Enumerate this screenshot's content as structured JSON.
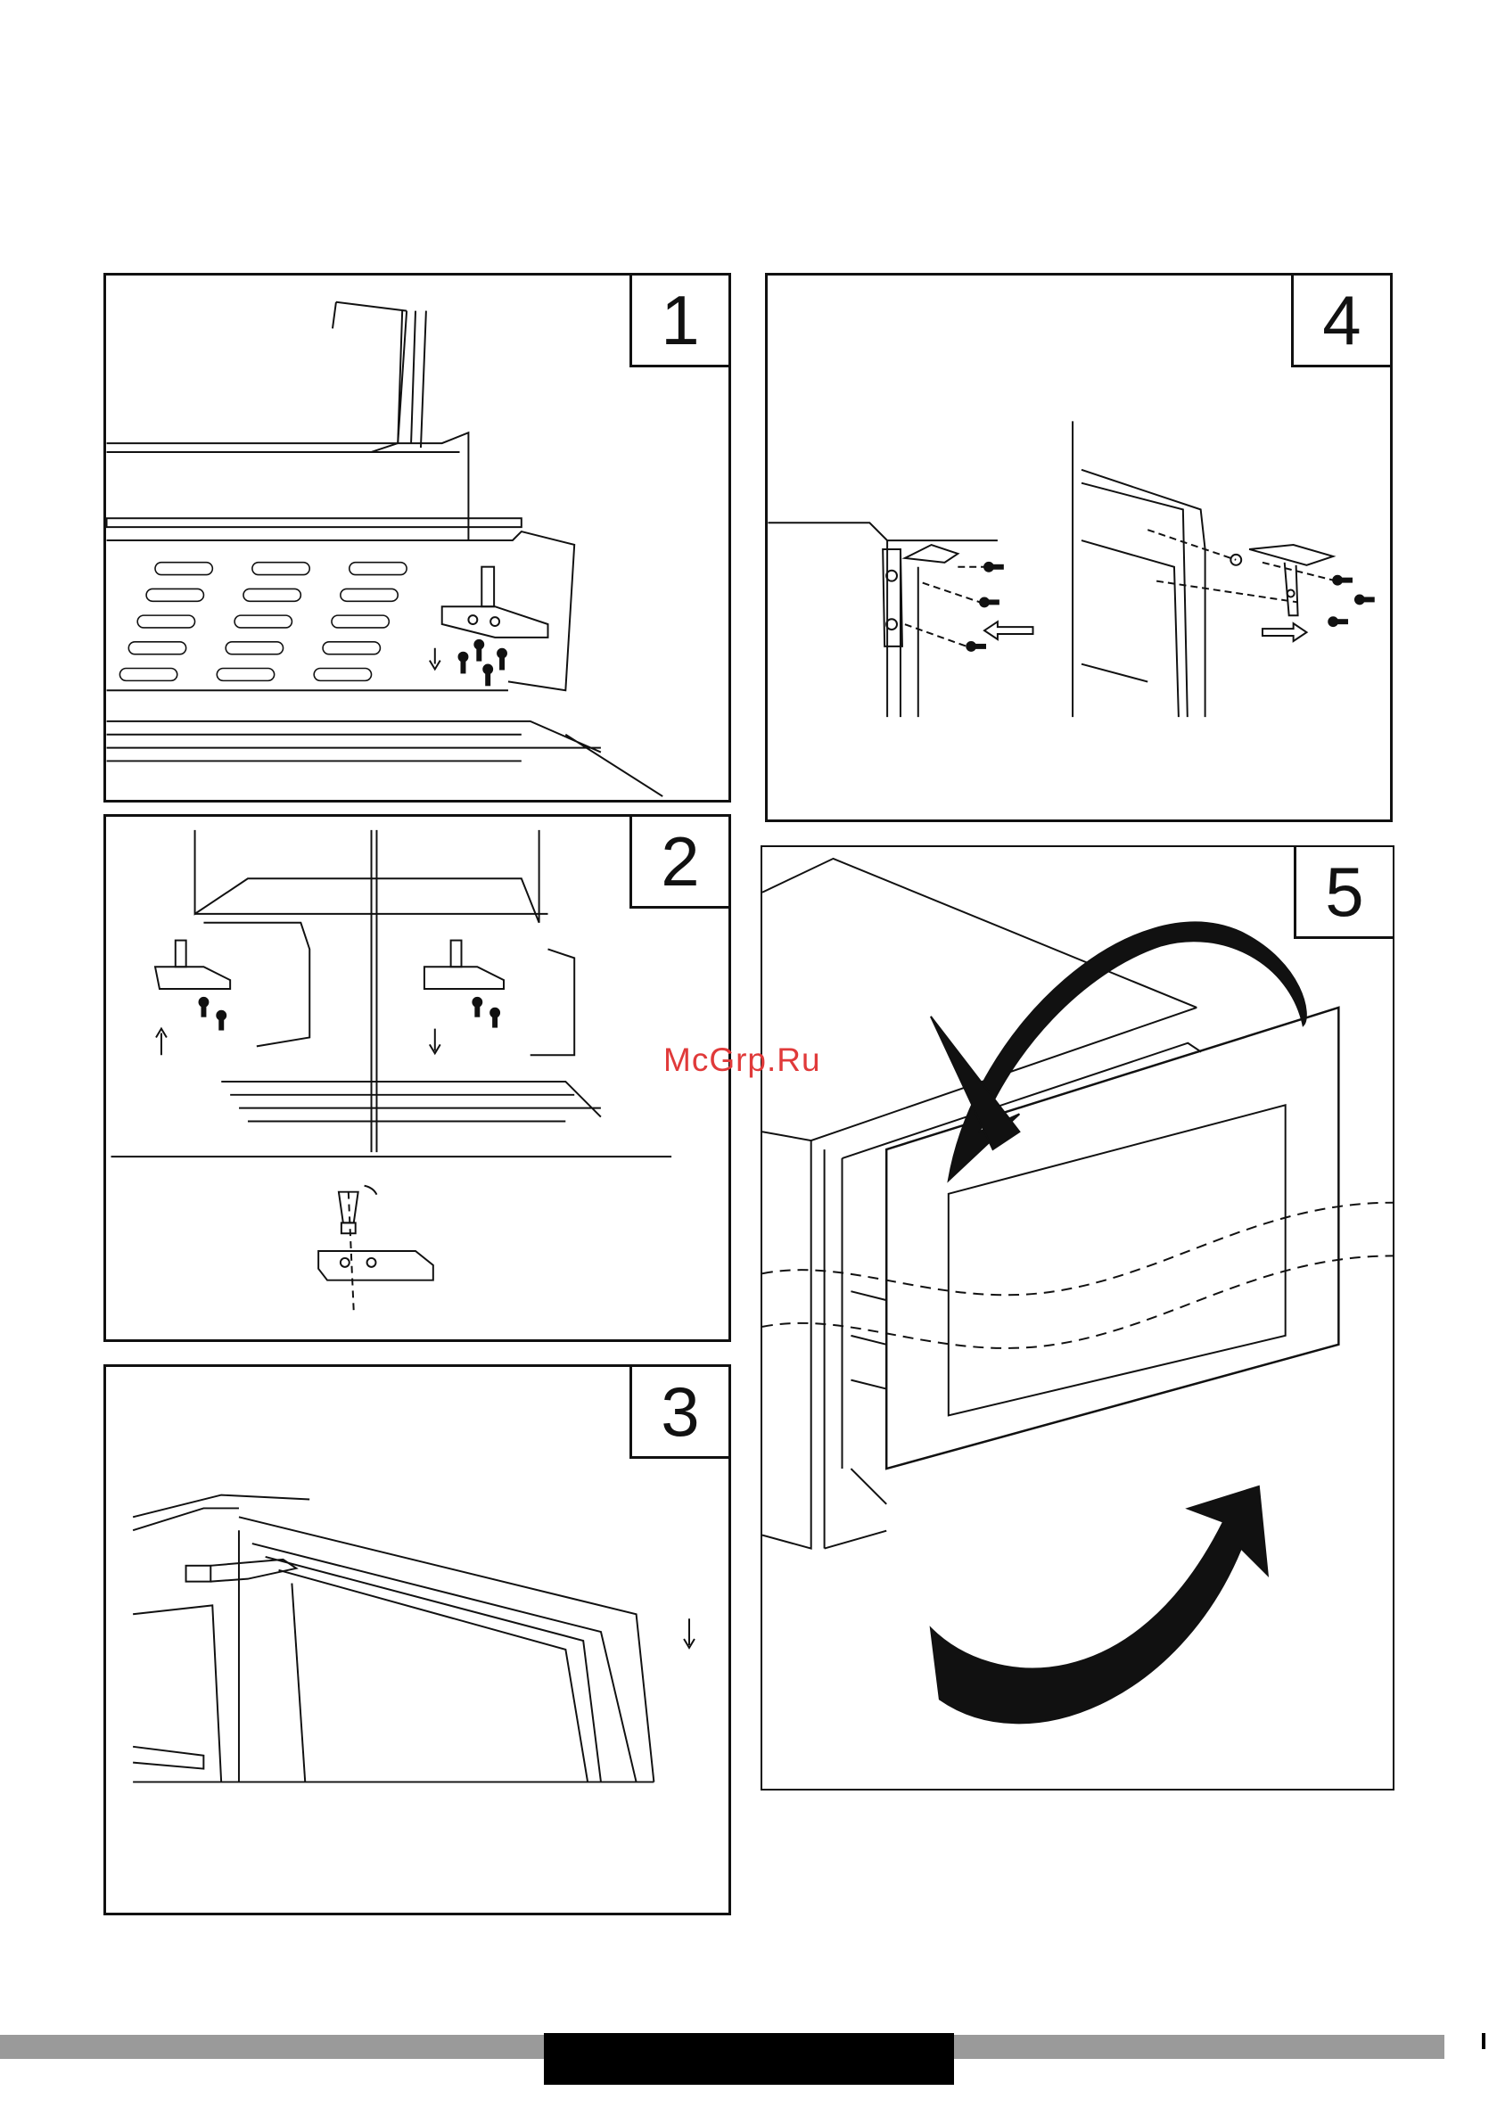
{
  "panels": [
    {
      "number": "1"
    },
    {
      "number": "2"
    },
    {
      "number": "3"
    },
    {
      "number": "4"
    },
    {
      "number": "5"
    }
  ],
  "watermark": "McGrp.Ru",
  "colors": {
    "line": "#111111",
    "watermark": "#e03a3a",
    "footer_grey": "#9a9a9a",
    "footer_black": "#000000"
  }
}
